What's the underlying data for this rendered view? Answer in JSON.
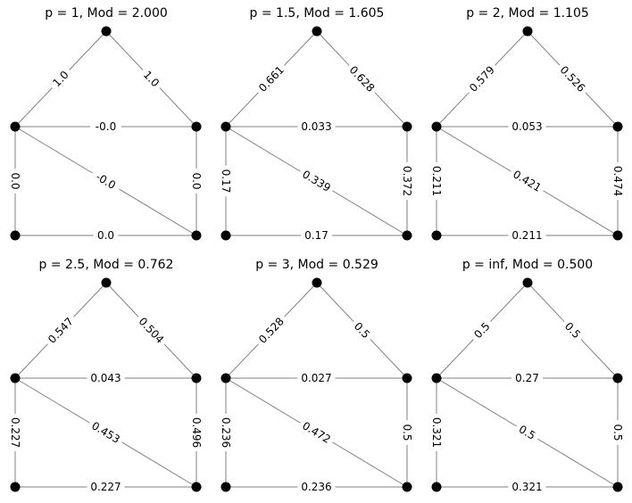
{
  "graph": {
    "node_color": "#000000",
    "edge_color": "#808080",
    "nodes": [
      "top",
      "mid-left",
      "mid-right",
      "bottom-left",
      "bottom-right"
    ],
    "edges": [
      {
        "from": "top",
        "to": "mid-left"
      },
      {
        "from": "top",
        "to": "mid-right"
      },
      {
        "from": "mid-left",
        "to": "mid-right"
      },
      {
        "from": "mid-left",
        "to": "bottom-left"
      },
      {
        "from": "mid-left",
        "to": "bottom-right"
      },
      {
        "from": "mid-right",
        "to": "bottom-right"
      },
      {
        "from": "bottom-left",
        "to": "bottom-right"
      }
    ]
  },
  "panels": [
    {
      "title": "p = 1, Mod = 2.000",
      "labels": [
        "1.0",
        "1.0",
        "-0.0",
        "0.0",
        "-0.0",
        "0.0",
        "0.0"
      ]
    },
    {
      "title": "p = 1.5, Mod = 1.605",
      "labels": [
        "0.661",
        "0.628",
        "0.033",
        "0.17",
        "0.339",
        "0.372",
        "0.17"
      ]
    },
    {
      "title": "p = 2, Mod = 1.105",
      "labels": [
        "0.579",
        "0.526",
        "0.053",
        "0.211",
        "0.421",
        "0.474",
        "0.211"
      ]
    },
    {
      "title": "p = 2.5, Mod = 0.762",
      "labels": [
        "0.547",
        "0.504",
        "0.043",
        "0.227",
        "0.453",
        "0.496",
        "0.227"
      ]
    },
    {
      "title": "p = 3, Mod = 0.529",
      "labels": [
        "0.528",
        "0.5",
        "0.027",
        "0.236",
        "0.472",
        "0.5",
        "0.236"
      ]
    },
    {
      "title": "p = inf, Mod = 0.500",
      "labels": [
        "0.5",
        "0.5",
        "0.27",
        "0.321",
        "0.5",
        "0.5",
        "0.321"
      ]
    }
  ]
}
